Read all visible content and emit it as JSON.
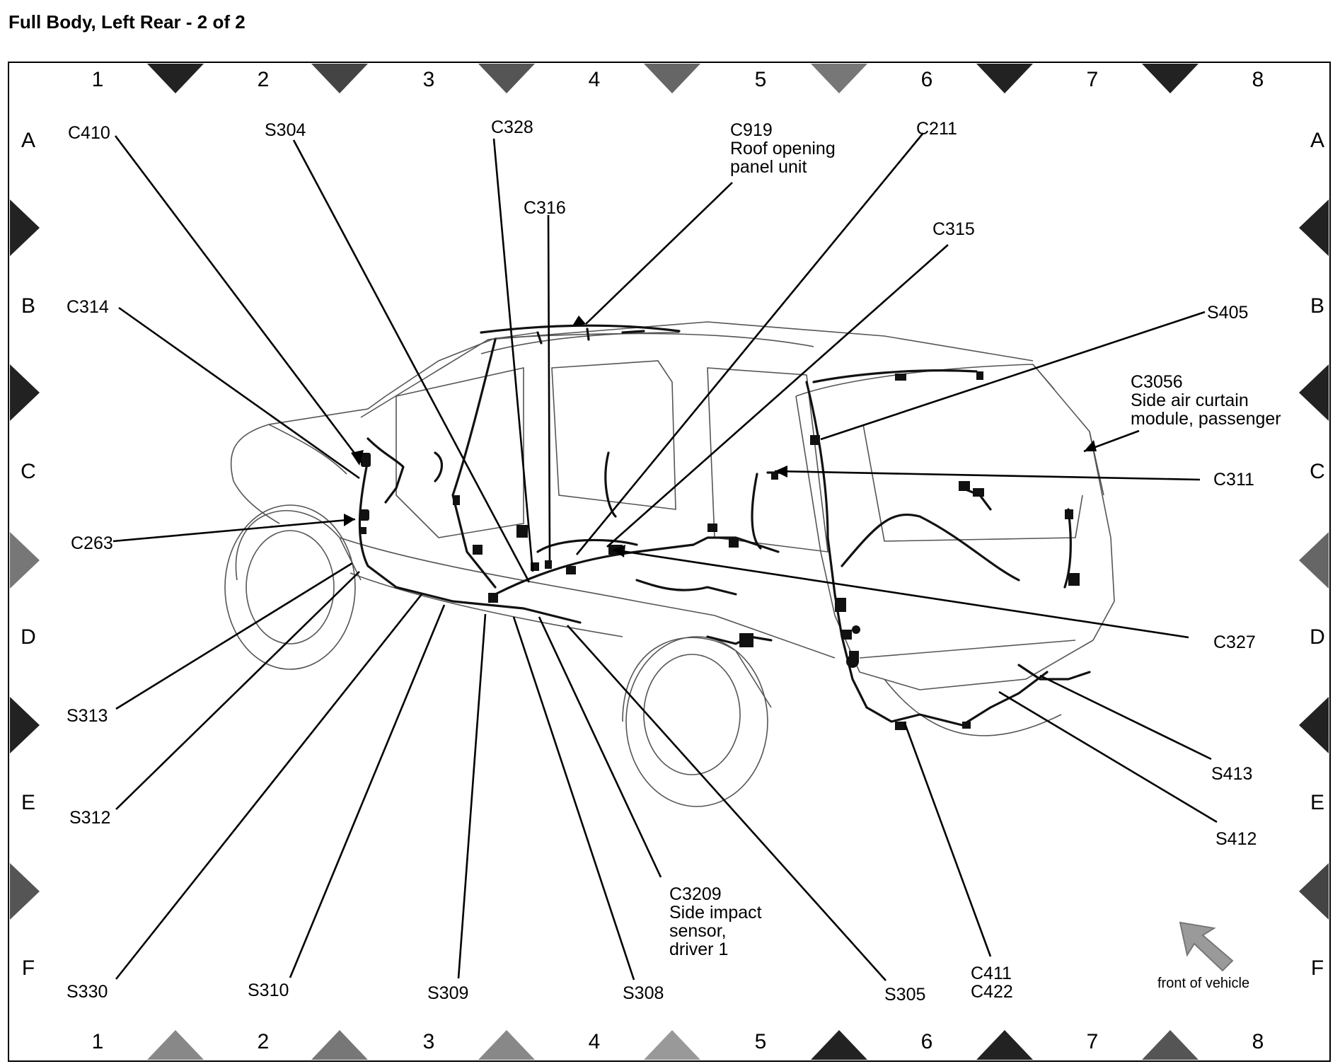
{
  "title": "Full Body, Left Rear - 2 of 2",
  "grid": {
    "columns": [
      "1",
      "2",
      "3",
      "4",
      "5",
      "6",
      "7",
      "8"
    ],
    "rows": [
      "A",
      "B",
      "C",
      "D",
      "E",
      "F"
    ]
  },
  "callouts": {
    "c410": "C410",
    "s304": "S304",
    "c328": "C328",
    "c316": "C316",
    "c919": [
      "C919",
      "Roof opening",
      "panel unit"
    ],
    "c211": "C211",
    "c315": "C315",
    "c314": "C314",
    "s405": "S405",
    "c3056": [
      "C3056",
      "Side air curtain",
      "module, passenger"
    ],
    "c311": "C311",
    "c263": "C263",
    "c327": "C327",
    "s313": "S313",
    "s312": "S312",
    "s413": "S413",
    "s412": "S412",
    "c3209": [
      "C3209",
      "Side impact",
      "sensor,",
      "driver 1"
    ],
    "s330": "S330",
    "s310": "S310",
    "s309": "S309",
    "s308": "S308",
    "s305": "S305",
    "c411_c422": [
      "C411",
      "C422"
    ]
  },
  "front_of_vehicle": "front of vehicle"
}
